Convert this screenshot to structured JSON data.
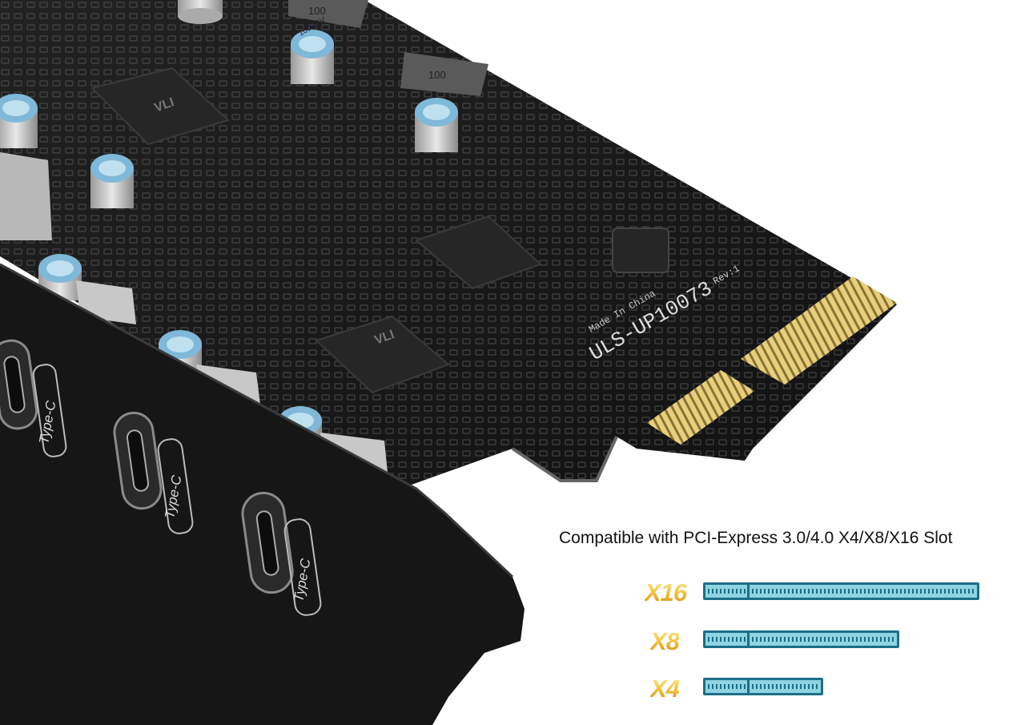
{
  "photo": {
    "board_model": "ULS-UP10073",
    "board_rev": "Rev:1",
    "made_in": "Made In China",
    "port_label": "Type-C",
    "cap_marking": "100 16V",
    "inductor_marking": "100",
    "chip_marking": "VLI"
  },
  "caption": "Compatible with PCI-Express 3.0/4.0 X4/X8/X16 Slot",
  "slots": [
    {
      "label": "X16"
    },
    {
      "label": "X8"
    },
    {
      "label": "X4"
    }
  ],
  "colors": {
    "pcb": "#1a1a1a",
    "bracket": "#141414",
    "gold_pins": "#e8cf7a",
    "slot_fill": "#8fd3e2",
    "slot_border": "#1b6f86",
    "label_gold": "#f2b93a"
  }
}
